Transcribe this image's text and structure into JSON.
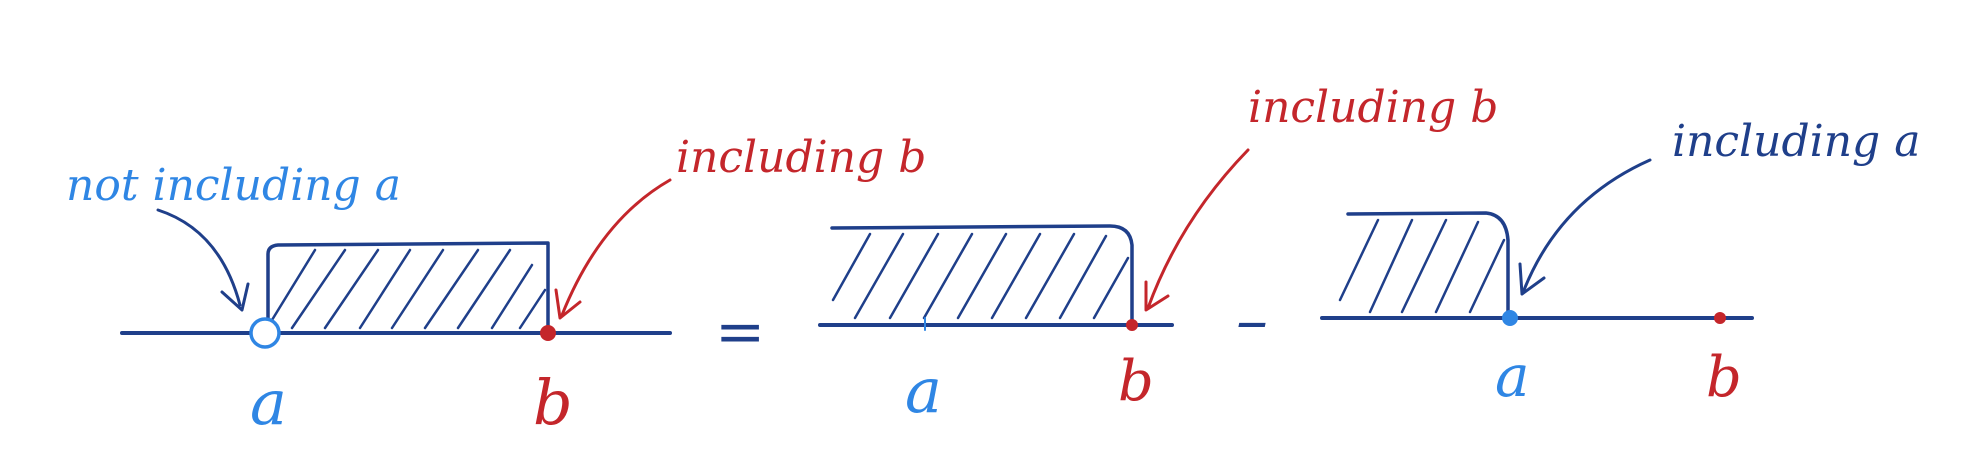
{
  "panels": [
    {
      "endpoint_a": "a",
      "endpoint_b": "b",
      "note_a": "not including a",
      "note_b": "including b"
    },
    {
      "endpoint_a": "a",
      "endpoint_b": "b",
      "note_b": "including b"
    },
    {
      "endpoint_a": "a",
      "endpoint_b": "b",
      "note_a": "including a"
    }
  ],
  "operators": {
    "equals": "=",
    "minus": "–"
  },
  "colors": {
    "line": "#1f3f8a",
    "point_a": "#2f86e4",
    "point_b": "#c4262b",
    "navy_text": "#1f3f8a"
  }
}
